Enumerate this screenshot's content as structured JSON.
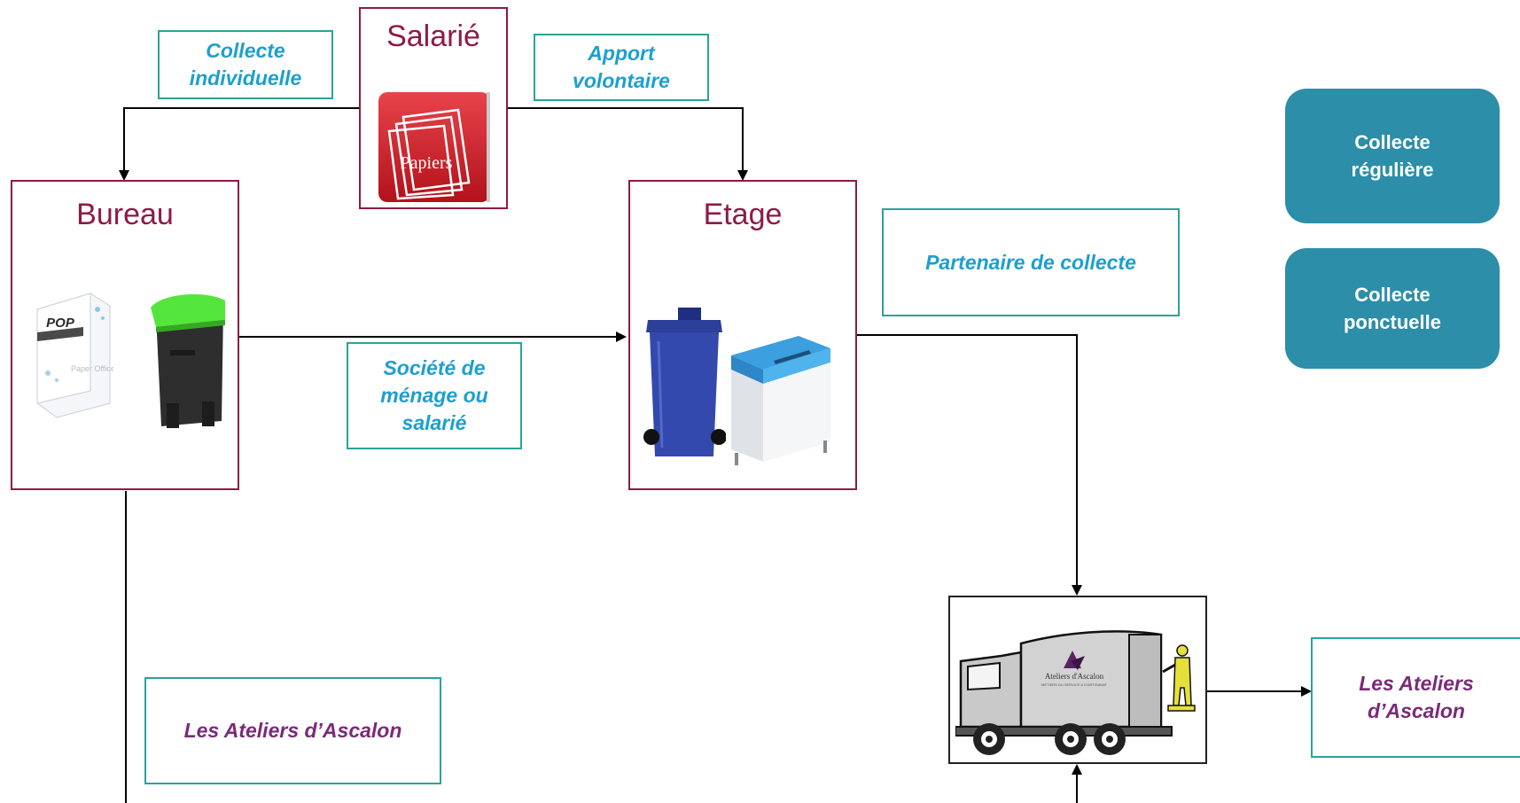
{
  "nodes": {
    "salarie": "Salarié",
    "bureau": "Bureau",
    "etage": "Etage",
    "papiers_label": "Papiers",
    "pop_label": "POP",
    "pop_sub": "Paper Office Program",
    "truck_logo": "Ateliers d'Ascalon",
    "truck_logo_sub": "MÉTIERS DU SERVICE & D'ARTISANAT"
  },
  "labels": {
    "collecte_individuelle": [
      "Collecte",
      "individuelle"
    ],
    "apport_volontaire": [
      "Apport",
      "volontaire"
    ],
    "partenaire": "Partenaire de collecte",
    "societe_menage": [
      "Société de",
      "ménage ou",
      "salarié"
    ],
    "ateliers_bottom": "Les Ateliers d’Ascalon",
    "ateliers_right": [
      "Les Ateliers",
      "d’Ascalon"
    ]
  },
  "legend": {
    "reguliere": [
      "Collecte",
      "régulière"
    ],
    "ponctuelle": [
      "Collecte",
      "ponctuelle"
    ]
  },
  "colors": {
    "maroon": "#8e1a45",
    "teal_border": "#2aa39a",
    "blue_text": "#1d9fcf",
    "purple_text": "#7b2a78",
    "pill": "#2c8ea8"
  },
  "icons": [
    "papiers-icon",
    "pop-bin-icon",
    "green-bin-icon",
    "blue-wheelie-bin-icon",
    "paper-collector-icon",
    "garbage-truck-icon"
  ]
}
